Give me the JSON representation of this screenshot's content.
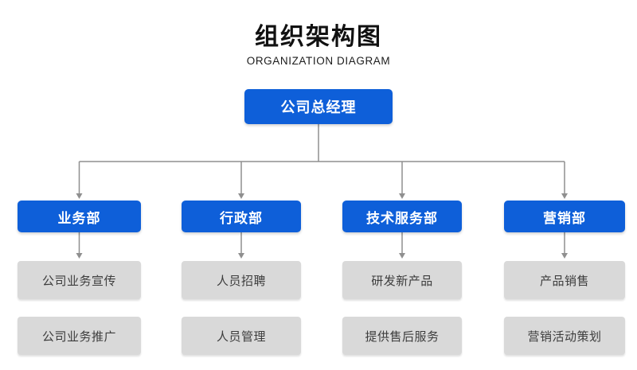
{
  "header": {
    "title": "组织架构图",
    "subtitle": "ORGANIZATION DIAGRAM"
  },
  "root": {
    "label": "公司总经理"
  },
  "departments": [
    {
      "label": "业务部",
      "functions": [
        "公司业务宣传",
        "公司业务推广"
      ]
    },
    {
      "label": "行政部",
      "functions": [
        "人员招聘",
        "人员管理"
      ]
    },
    {
      "label": "技术服务部",
      "functions": [
        "研发新产品",
        "提供售后服务"
      ]
    },
    {
      "label": "营销部",
      "functions": [
        "产品销售",
        "营销活动策划"
      ]
    }
  ],
  "colors": {
    "node_blue": "#0e5fd9",
    "node_gray": "#d9d9d9",
    "connector": "#8f8f8f",
    "node_text_light": "#ffffff",
    "node_text_dark": "#3d3d3d"
  }
}
